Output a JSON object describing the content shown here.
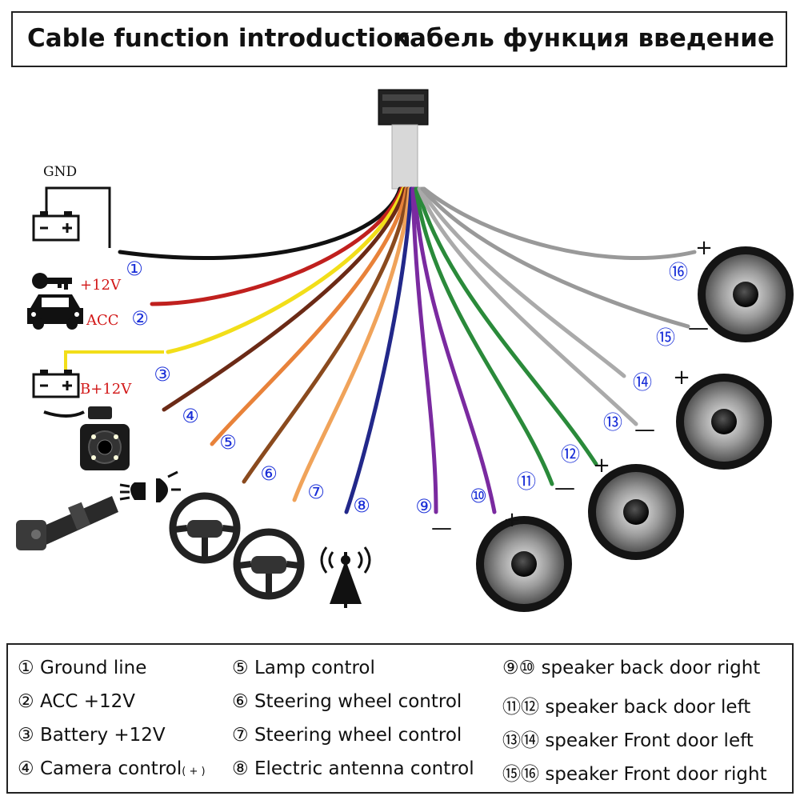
{
  "header": {
    "title_en": "Cable function introduction",
    "title_ru": "кабель функция введение"
  },
  "labels": {
    "gnd": "GND",
    "acc_12v": "+12V",
    "acc": "ACC",
    "battery": "B+12V",
    "plus": "+",
    "minus": "—"
  },
  "wires": [
    {
      "num": "①",
      "color": "#111111"
    },
    {
      "num": "②",
      "color": "#c0201e"
    },
    {
      "num": "③",
      "color": "#f2de19"
    },
    {
      "num": "④",
      "color": "#6b2a16"
    },
    {
      "num": "⑤",
      "color": "#e8823a"
    },
    {
      "num": "⑥",
      "color": "#8a4a1e"
    },
    {
      "num": "⑦",
      "color": "#f0a35a"
    },
    {
      "num": "⑧",
      "color": "#22288a"
    },
    {
      "num": "⑨",
      "color": "#7a2aa0"
    },
    {
      "num": "⑩",
      "color": "#7a2aa0"
    },
    {
      "num": "⑪",
      "color": "#2a8a3a"
    },
    {
      "num": "⑫",
      "color": "#2a8a3a"
    },
    {
      "num": "⑬",
      "color": "#aaaaaa"
    },
    {
      "num": "⑭",
      "color": "#aaaaaa"
    },
    {
      "num": "⑮",
      "color": "#999999"
    },
    {
      "num": "⑯",
      "color": "#999999"
    }
  ],
  "legend": [
    {
      "num": "①",
      "text": "Ground line",
      "note": ""
    },
    {
      "num": "②",
      "text": "ACC +12V",
      "note": ""
    },
    {
      "num": "③",
      "text": "Battery +12V",
      "note": ""
    },
    {
      "num": "④",
      "text": "Camera control",
      "note": "( + )"
    },
    {
      "num": "⑤",
      "text": "Lamp control",
      "note": ""
    },
    {
      "num": "⑥",
      "text": "Steering wheel control",
      "note": ""
    },
    {
      "num": "⑦",
      "text": "Steering wheel control",
      "note": ""
    },
    {
      "num": "⑧",
      "text": "Electric antenna control",
      "note": ""
    },
    {
      "num": "⑨⑩",
      "text": "speaker back door right",
      "note": ""
    },
    {
      "num": "⑪⑫",
      "text": "speaker back door left",
      "note": ""
    },
    {
      "num": "⑬⑭",
      "text": "speaker Front door left",
      "note": ""
    },
    {
      "num": "⑮⑯",
      "text": "speaker Front door right",
      "note": ""
    }
  ],
  "colors": {
    "number_blue": "#1a2fd8",
    "label_red": "#d21818"
  },
  "icons": [
    "battery-icon",
    "key-icon",
    "car-icon",
    "camera-icon",
    "headlight-icon",
    "light-switch-icon",
    "steering-wheel-icon",
    "antenna-icon",
    "speaker-icon"
  ]
}
